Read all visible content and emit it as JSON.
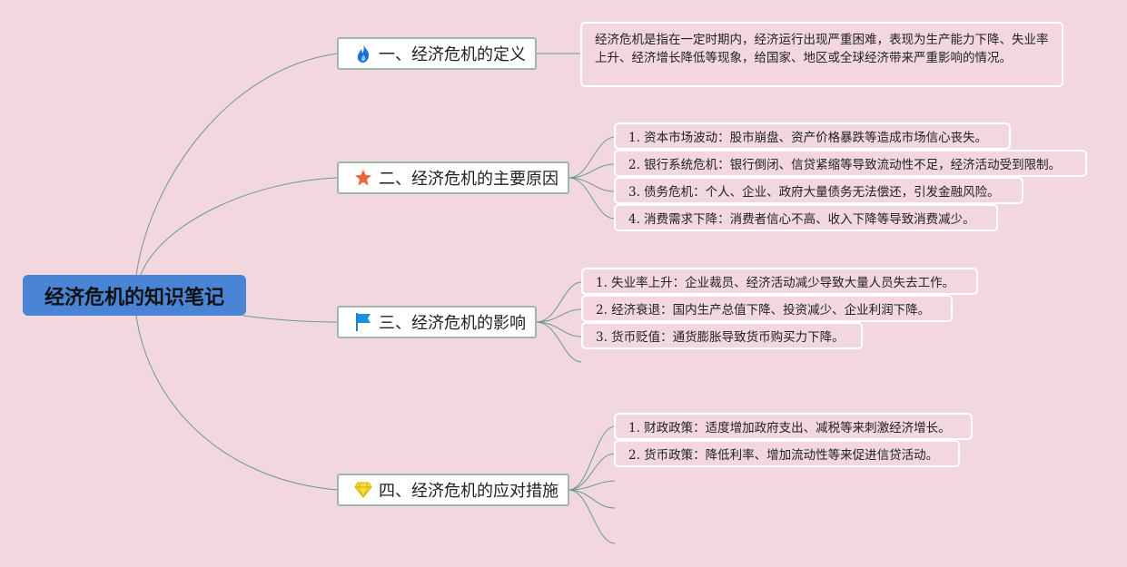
{
  "root": {
    "title": "经济危机的知识笔记"
  },
  "colors": {
    "background": "#f2d7df",
    "root": "#4a84d4",
    "connector": "#6e9a8a"
  },
  "branches": [
    {
      "label": "一、经济危机的定义",
      "icon": "fire-icon"
    },
    {
      "label": "二、经济危机的主要原因",
      "icon": "star-icon"
    },
    {
      "label": "三、经济危机的影响",
      "icon": "flag-icon"
    },
    {
      "label": "四、经济危机的应对措施",
      "icon": "diamond-icon"
    }
  ],
  "definition": "经济危机是指在一定时期内，经济运行出现严重困难，表现为生产能力下降、失业率上升、经济增长降低等现象，给国家、地区或全球经济带来严重影响的情况。",
  "causes": [
    "1. 资本市场波动：股市崩盘、资产价格暴跌等造成市场信心丧失。",
    "2. 银行系统危机：银行倒闭、信贷紧缩等导致流动性不足，经济活动受到限制。",
    "3. 债务危机：个人、企业、政府大量债务无法偿还，引发金融风险。",
    "4. 消费需求下降：消费者信心不高、收入下降等导致消费减少。"
  ],
  "impacts": [
    "1. 失业率上升：企业裁员、经济活动减少导致大量人员失去工作。",
    "2. 经济衰退：国内生产总值下降、投资减少、企业利润下降。",
    "3. 货币贬值：通货膨胀导致货币购买力下降。"
  ],
  "measures": [
    "1. 财政政策：适度增加政府支出、减税等来刺激经济增长。",
    "2. 货币政策：降低利率、增加流动性等来促进信贷活动。"
  ]
}
